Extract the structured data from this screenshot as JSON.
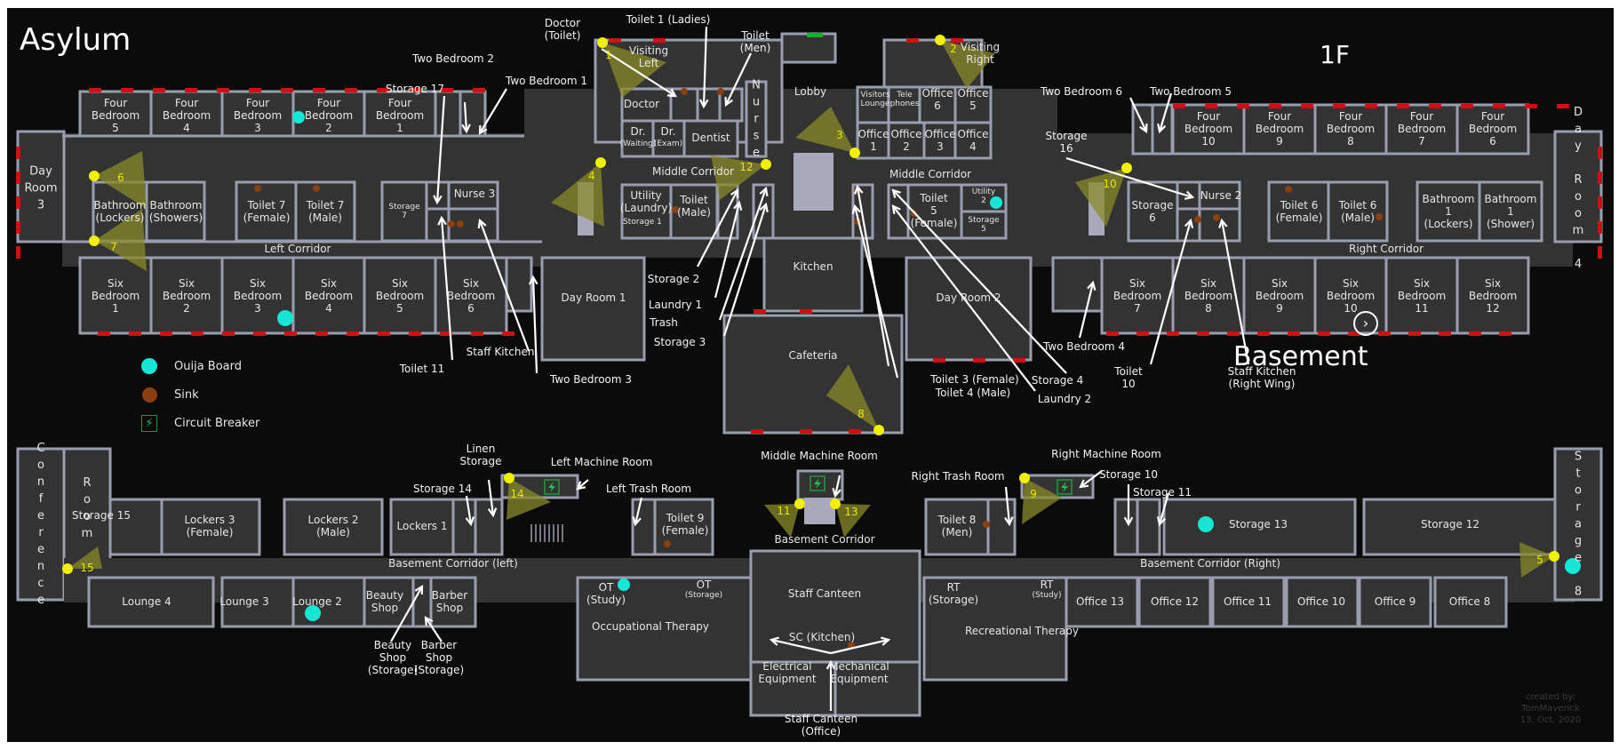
{
  "titles": {
    "asylum": "Asylum",
    "floor_1f": "1F",
    "basement": "Basement"
  },
  "colors": {
    "background": "#0b0b0b",
    "room_fill": "#333333",
    "wall": "#9a9db0",
    "window": "#d01010",
    "door_green": "#18b030",
    "camera": "#f0f000",
    "camera_cone": "#8a8a2a",
    "ouija": "#16e6d6",
    "sink": "#8b3f0f",
    "breaker": "#26c24a",
    "callout": "#ffffff"
  },
  "legend": [
    {
      "icon": "ouija-board-icon",
      "label": "Ouija Board"
    },
    {
      "icon": "sink-icon",
      "label": "Sink"
    },
    {
      "icon": "circuit-breaker-icon",
      "label": "Circuit Breaker"
    }
  ],
  "floor_1f": {
    "rooms": [
      "Day\nRoom\n3",
      "Four\nBedroom\n5",
      "Four\nBedroom\n4",
      "Four\nBedroom\n3",
      "Four\nBedroom\n2",
      "Four\nBedroom\n1",
      "Bathroom\n(Lockers)",
      "Bathroom\n(Showers)",
      "Toilet 7\n(Female)",
      "Toilet 7\n(Male)",
      "Storage\n7",
      "Nurse 3",
      "Left Corridor",
      "Six\nBedroom\n1",
      "Six\nBedroom\n2",
      "Six\nBedroom\n3",
      "Six\nBedroom\n4",
      "Six\nBedroom\n5",
      "Six\nBedroom\n6",
      "Day Room 1",
      "Visiting\nLeft",
      "Doctor",
      "Dr.",
      "(Waiting)",
      "Dr.",
      "(Exam)",
      "Dentist",
      "N\nu\nr\ns\ne",
      "Lobby",
      "Middle Corridor",
      "Utility\n(Laundry)",
      "Storage 1",
      "Toilet\n(Male)",
      "Kitchen",
      "Cafeteria",
      "Visitors\nLounge",
      "Tele\nphones",
      "Office\n6",
      "Office\n5",
      "Office\n1",
      "Office\n2",
      "Office\n3",
      "Office\n4",
      "Visiting\nRight",
      "Middle Corridor",
      "Toilet\n5\n(Female)",
      "Utility\n2",
      "Storage\n5",
      "Day Room 2",
      "Storage\n6",
      "Nurse 2",
      "Toilet 6\n(Female)",
      "Toilet 6\n(Male)",
      "Bathroom\n1\n(Lockers)",
      "Bathroom\n1\n(Shower)",
      "Right Corridor",
      "Four\nBedroom\n10",
      "Four\nBedroom\n9",
      "Four\nBedroom\n8",
      "Four\nBedroom\n7",
      "Four\nBedroom\n6",
      "Six\nBedroom\n7",
      "Six\nBedroom\n8",
      "Six\nBedroom\n9",
      "Six\nBedroom\n10",
      "Six\nBedroom\n11",
      "Six\nBedroom\n12",
      "D\na\ny\n\nR\no\no\nm\n\n4"
    ],
    "callouts": [
      "Doctor\n(Toilet)",
      "Toilet 1 (Ladies)",
      "Toilet\n(Men)",
      "Two Bedroom 2",
      "Storage 17",
      "Two Bedroom 1",
      "Toilet 11",
      "Staff Kitchen",
      "Two Bedroom 3",
      "Storage 2",
      "Laundry 1",
      "Trash",
      "Storage 3",
      "Toilet 3 (Female)",
      "Toilet 4 (Male)",
      "Storage 4",
      "Laundry 2",
      "Two Bedroom 4",
      "Two Bedroom 6",
      "Two Bedroom 5",
      "Storage\n16",
      "Toilet\n10",
      "Staff Kitchen\n(Right Wing)"
    ],
    "cameras": [
      "1",
      "2",
      "3",
      "4",
      "6",
      "7",
      "8",
      "10",
      "12"
    ]
  },
  "basement": {
    "rooms": [
      "C\no\nn\nf\ne\nr\ne\nn\nc\ne",
      "R\no\no\nm",
      "Storage 15",
      "Lockers 3\n(Female)",
      "Lockers 2\n(Male)",
      "Lockers 1",
      "Basement Corridor (left)",
      "Lounge 4",
      "Lounge 3",
      "Lounge 2",
      "Beauty\nShop",
      "Barber\nShop",
      "Toilet 9\n(Female)",
      "OT\n(Study)",
      "OT",
      "(Storage)",
      "Occupational Therapy",
      "Basement Corridor",
      "Staff Canteen",
      "SC (Kitchen)",
      "Electrical\nEquipment",
      "Mechanical\nEquipment",
      "Toilet 8\n(Men)",
      "RT\n(Storage)",
      "RT",
      "(Study)",
      "Recreational Therapy",
      "Storage 13",
      "Storage 12",
      "Basement Corridor (Right)",
      "Office 13",
      "Office 12",
      "Office 11",
      "Office 10",
      "Office 9",
      "Office 8",
      "S\nt\no\nr\na\ng\ne\n\n8"
    ],
    "callouts": [
      "Linen\nStorage",
      "Storage 14",
      "Left Machine Room",
      "Left Trash Room",
      "Middle Machine Room",
      "Right Trash Room",
      "Right Machine Room",
      "Storage 10",
      "Storage 11",
      "Beauty\nShop\n(Storage)",
      "Barber\nShop\n(Storage)",
      "Staff Canteen\n(Office)"
    ],
    "cameras": [
      "5",
      "9",
      "11",
      "13",
      "14",
      "15"
    ]
  },
  "nav": {
    "next_icon": "›"
  },
  "credit": "created by:\nTomMaverick\n13. Oct. 2020"
}
